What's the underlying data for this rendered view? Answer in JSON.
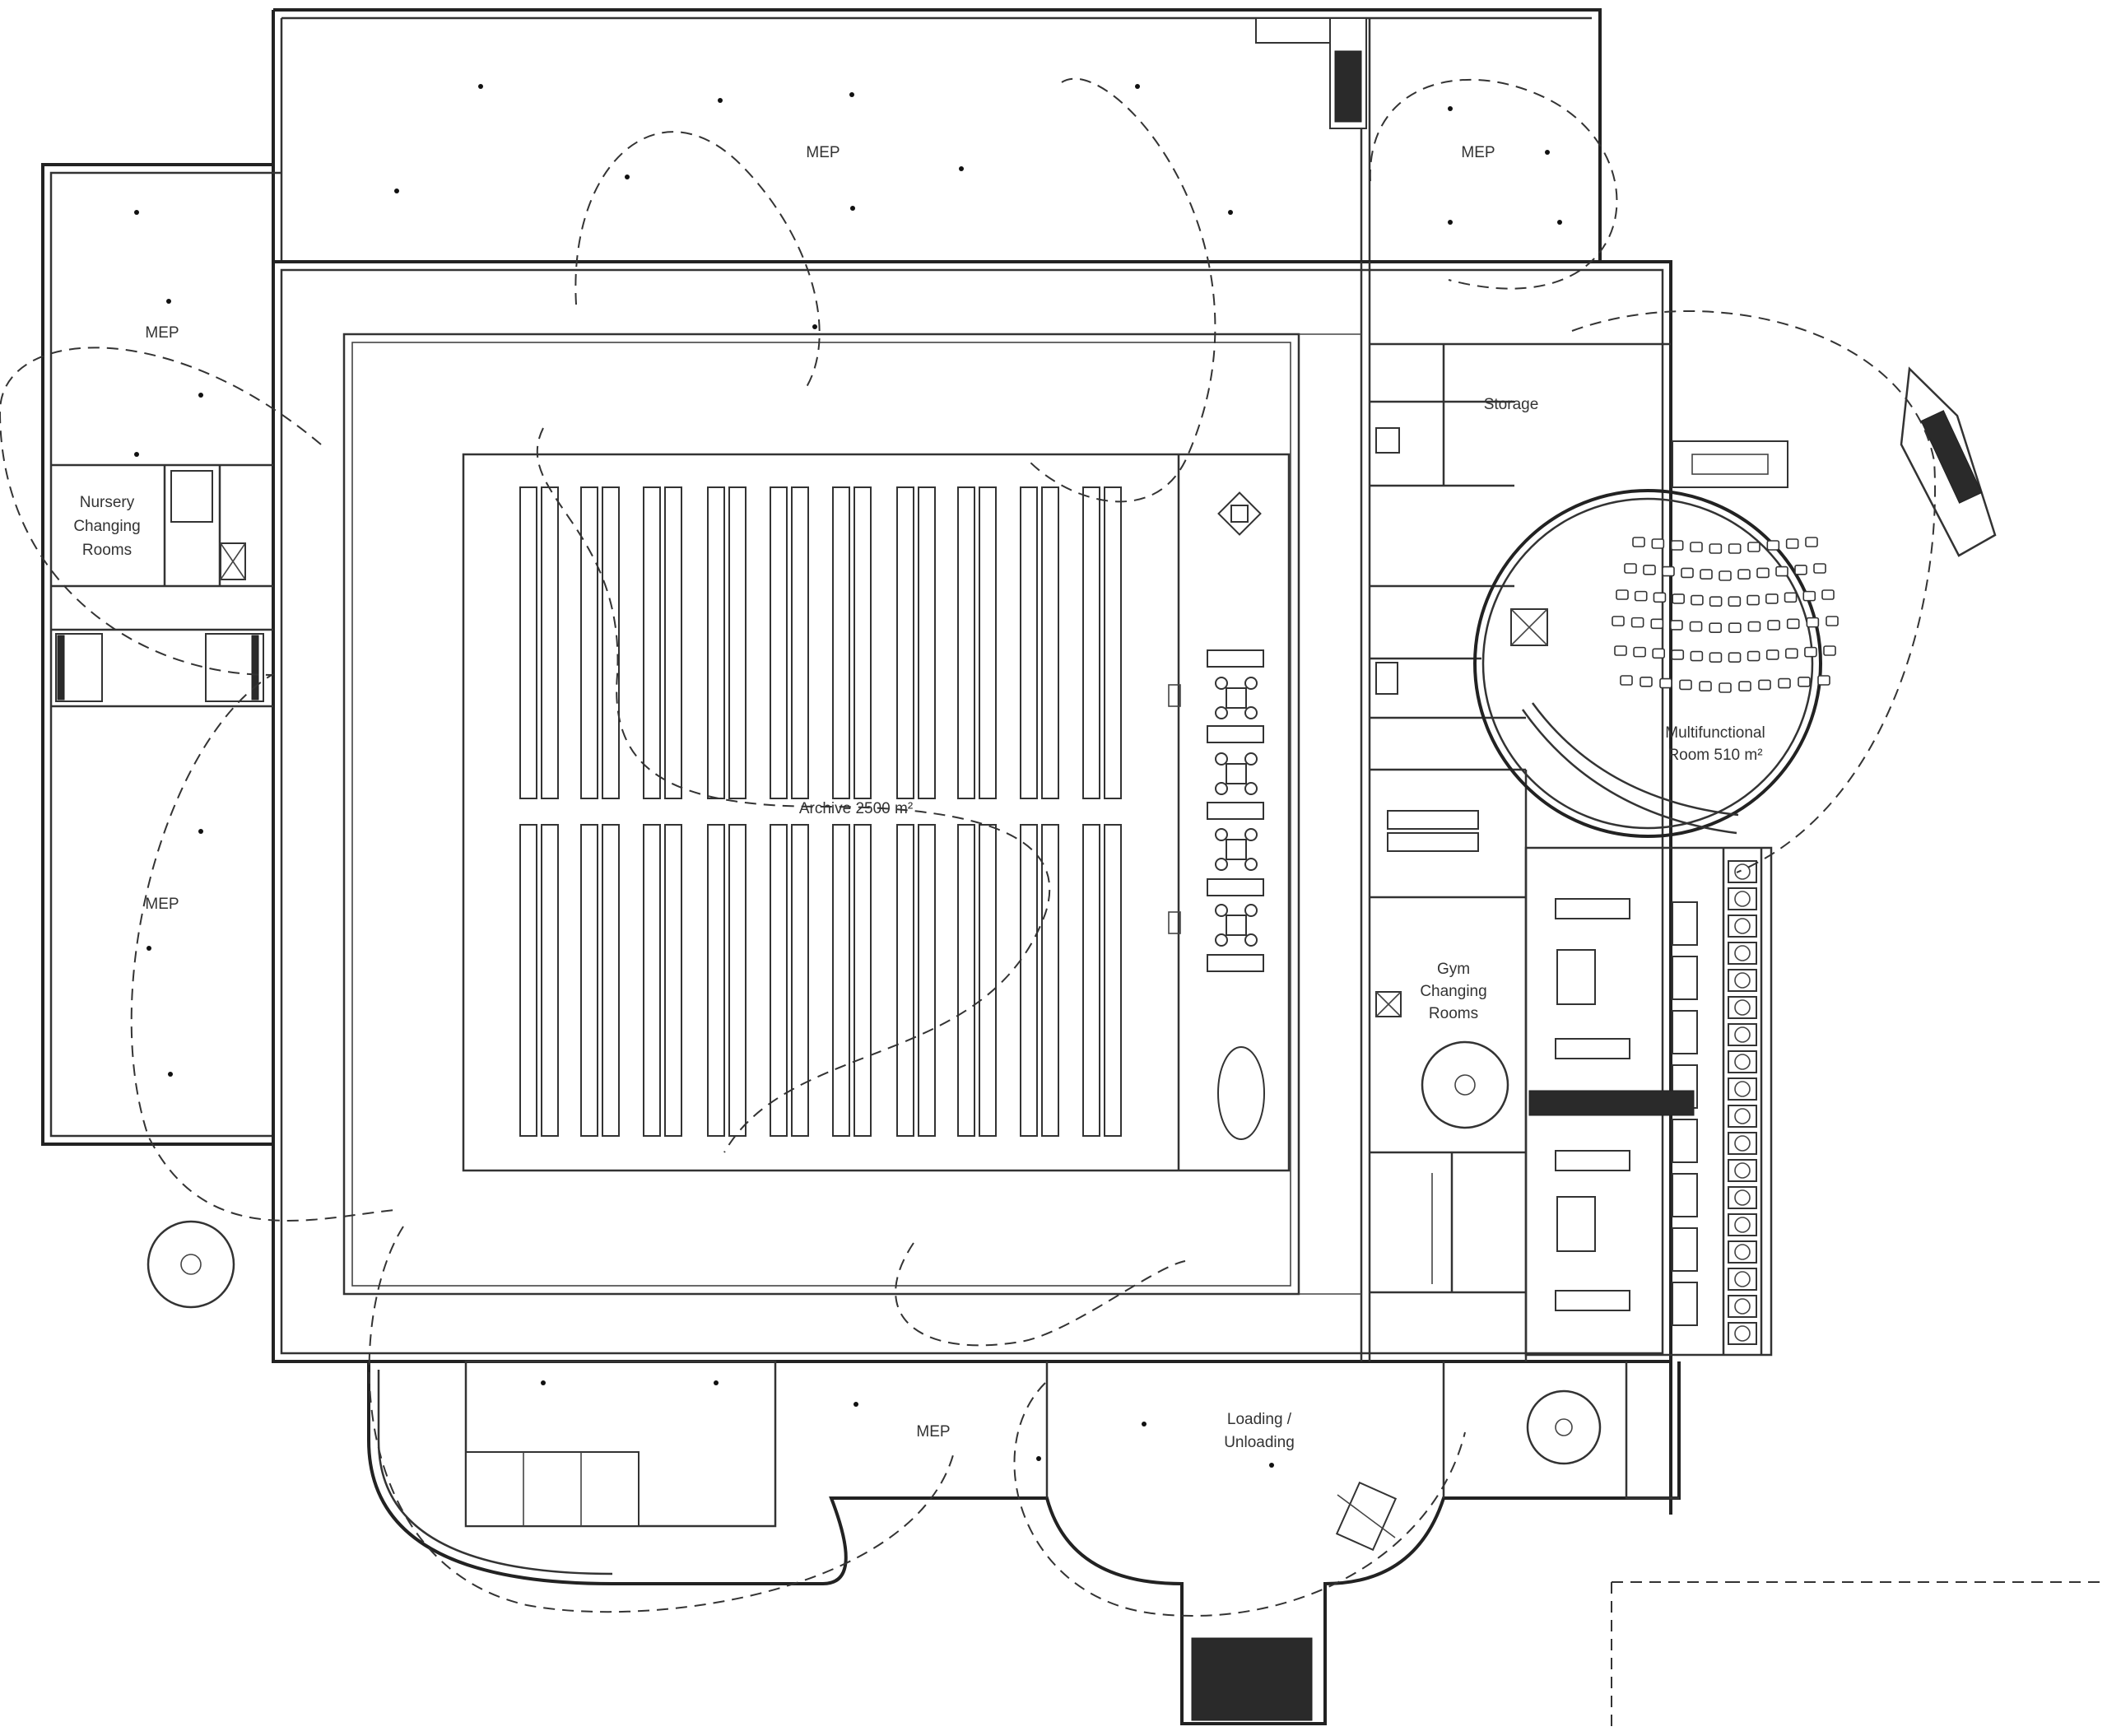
{
  "rooms": {
    "mep_top_center": "MEP",
    "mep_top_right": "MEP",
    "mep_left_top": "MEP",
    "mep_left_bottom": "MEP",
    "mep_bottom": "MEP",
    "nursery_line1": "Nursery",
    "nursery_line2": "Changing",
    "nursery_line3": "Rooms",
    "storage": "Storage",
    "archive": "Archive 2500 m²",
    "multifunctional_line1": "Multifunctional",
    "multifunctional_line2": "Room 510 m²",
    "gym_line1": "Gym",
    "gym_line2": "Changing",
    "gym_line3": "Rooms",
    "loading_line1": "Loading /",
    "loading_line2": "Unloading"
  },
  "colors": {
    "walls": "#222222",
    "background": "#ffffff"
  }
}
